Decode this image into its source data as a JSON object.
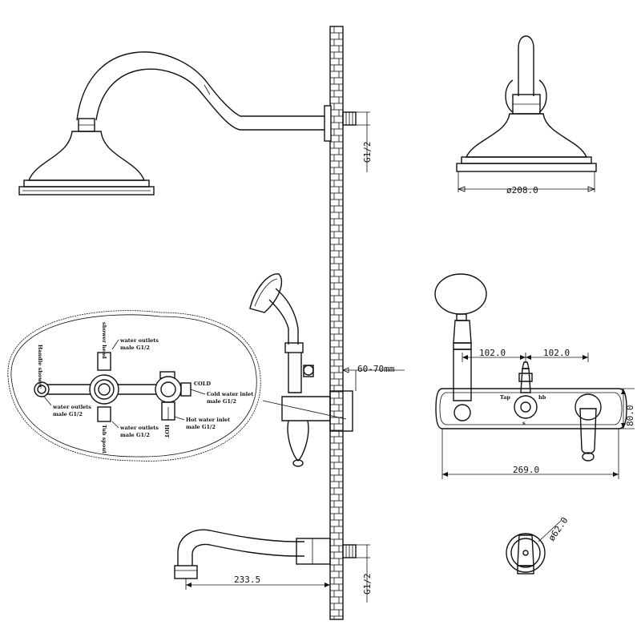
{
  "dimensions": {
    "head_connection": "G1/2",
    "head_diameter": "ø208.0",
    "wall_offset": "60-70mm",
    "handle_spacing_left": "102.0",
    "handle_spacing_right": "102.0",
    "plate_height": "80.0",
    "plate_width": "269.0",
    "spout_length": "233.5",
    "spout_connection": "G1/2",
    "escutcheon_diameter": "ø62.0"
  },
  "detail": {
    "handle_shower": "Handle shower",
    "shower_head": "shower head",
    "water_outlets_top_1": "water outlets",
    "water_outlets_top_2": "male G1/2",
    "cold": "COLD",
    "cold_inlet_1": "Cold water inlet",
    "cold_inlet_2": "male G1/2",
    "hot": "HOT",
    "hot_inlet_1": "Hot water inlet",
    "hot_inlet_2": "male G1/2",
    "water_outlets_left_1": "water outlets",
    "water_outlets_left_2": "male G1/2",
    "water_outlets_bottom_1": "water outlets",
    "water_outlets_bottom_2": "male G1/2",
    "tub_spout": "Tub spout"
  },
  "diverter": {
    "left": "Tap",
    "right": "hb",
    "bottom": "s"
  }
}
